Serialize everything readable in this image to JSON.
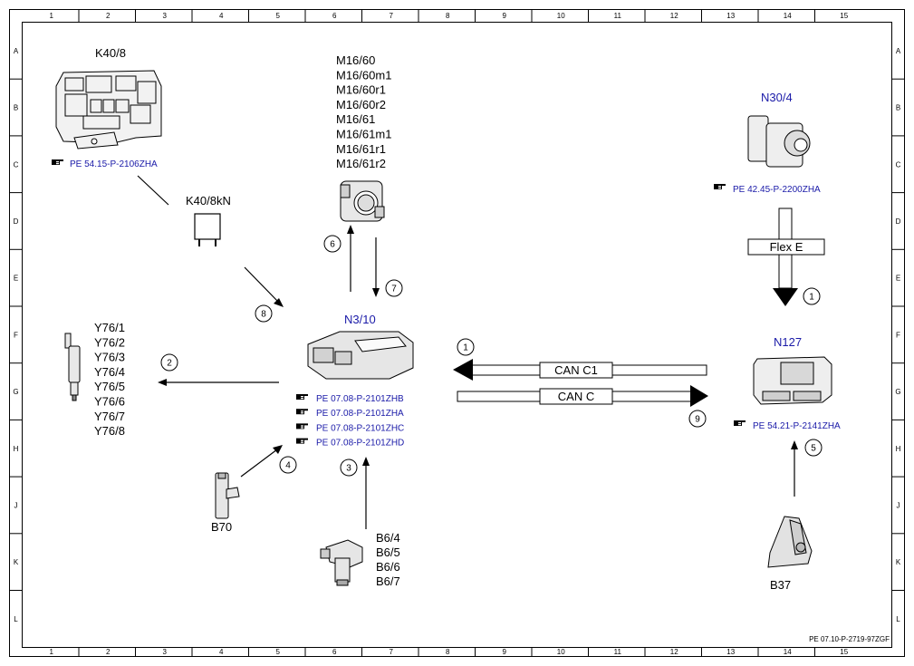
{
  "grid": {
    "columns": [
      "1",
      "2",
      "3",
      "4",
      "5",
      "6",
      "7",
      "8",
      "9",
      "10",
      "11",
      "12",
      "13",
      "14",
      "15"
    ],
    "rows": [
      "A",
      "B",
      "C",
      "D",
      "E",
      "F",
      "G",
      "H",
      "J",
      "K",
      "L"
    ]
  },
  "components": {
    "k40_8": "K40/8",
    "k40_8kn": "K40/8kN",
    "m16": [
      "M16/60",
      "M16/60m1",
      "M16/60r1",
      "M16/60r2",
      "M16/61",
      "M16/61m1",
      "M16/61r1",
      "M16/61r2"
    ],
    "n30_4": "N30/4",
    "n3_10": "N3/10",
    "n127": "N127",
    "y76": [
      "Y76/1",
      "Y76/2",
      "Y76/3",
      "Y76/4",
      "Y76/5",
      "Y76/6",
      "Y76/7",
      "Y76/8"
    ],
    "b70": "B70",
    "b6": [
      "B6/4",
      "B6/5",
      "B6/6",
      "B6/7"
    ],
    "b37": "B37"
  },
  "references": {
    "k40_8": "PE 54.15-P-2106ZHA",
    "n30_4": "PE 42.45-P-2200ZHA",
    "n3_10": [
      "PE 07.08-P-2101ZHB",
      "PE 07.08-P-2101ZHA",
      "PE 07.08-P-2101ZHC",
      "PE 07.08-P-2101ZHD"
    ],
    "n127": "PE 54.21-P-2141ZHA"
  },
  "signals": {
    "can_c1": "CAN C1",
    "can_c": "CAN C",
    "flex_e": "Flex E"
  },
  "markers": [
    "1",
    "2",
    "3",
    "4",
    "5",
    "6",
    "7",
    "8",
    "9",
    "1"
  ],
  "footer_code": "PE 07.10-P-2719-97ZGF"
}
